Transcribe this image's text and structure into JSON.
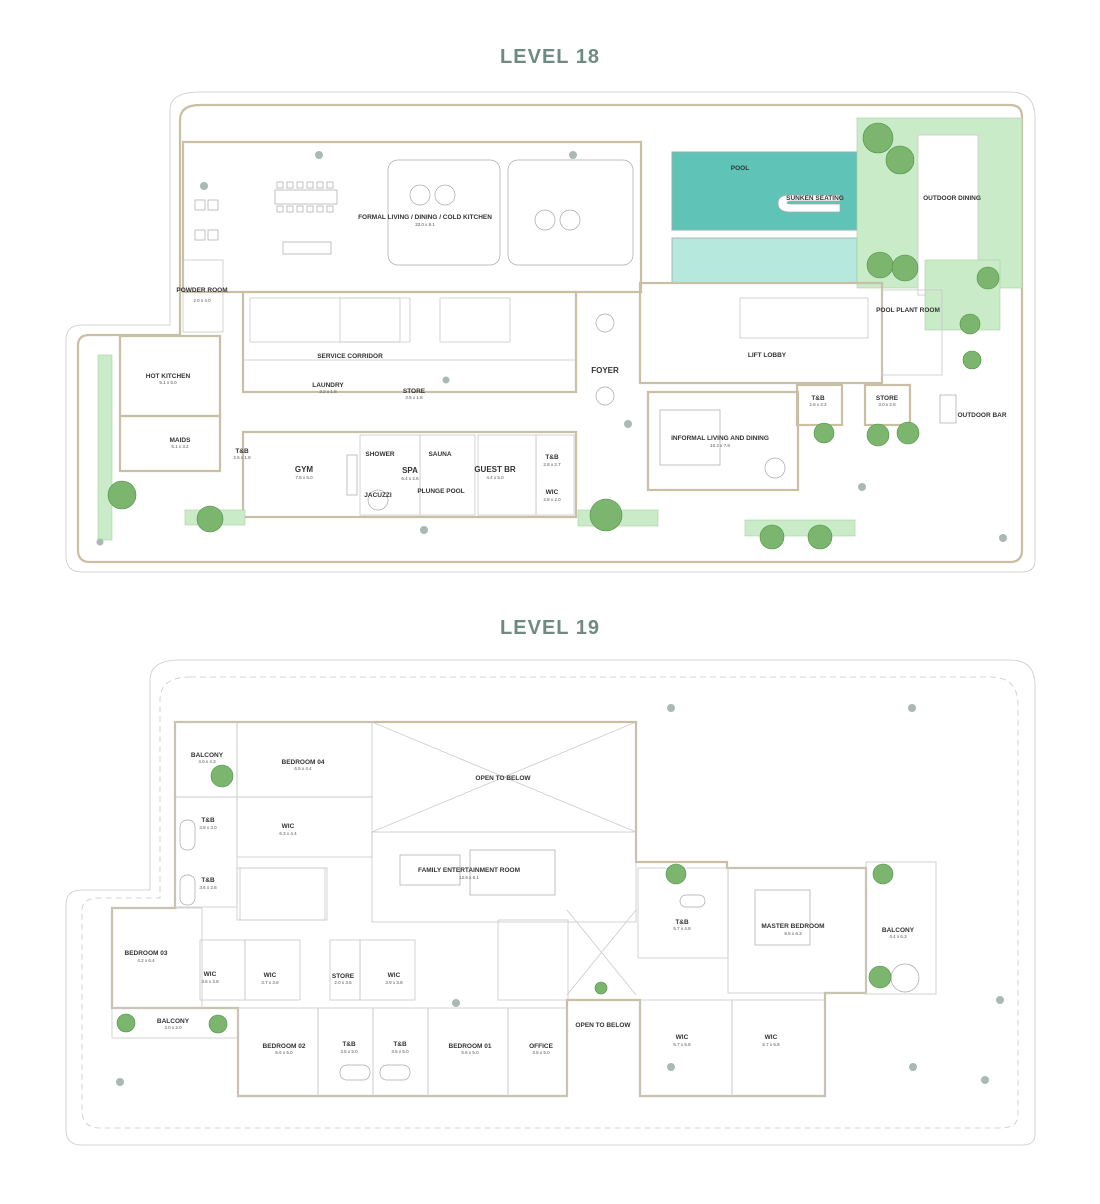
{
  "levels": [
    {
      "title": "LEVEL 18",
      "rooms": [
        {
          "id": "formal",
          "name": "FORMAL LIVING / DINING / COLD KITCHEN",
          "dim": "33.0 x 9.1"
        },
        {
          "id": "pool",
          "name": "POOL",
          "dim": ""
        },
        {
          "id": "sunken",
          "name": "SUNKEN SEATING",
          "dim": ""
        },
        {
          "id": "outdoor_dining",
          "name": "OUTDOOR DINING",
          "dim": ""
        },
        {
          "id": "powder",
          "name": "POWDER ROOM",
          "dim": "2.0 x 4.0"
        },
        {
          "id": "hot_kitchen",
          "name": "HOT KITCHEN",
          "dim": "5.1 x 5.0"
        },
        {
          "id": "service_corridor",
          "name": "SERVICE CORRIDOR",
          "dim": ""
        },
        {
          "id": "laundry",
          "name": "LAUNDRY",
          "dim": "3.2 x 1.8"
        },
        {
          "id": "store1",
          "name": "STORE",
          "dim": "3.5 x 1.8"
        },
        {
          "id": "foyer",
          "name": "FOYER",
          "dim": ""
        },
        {
          "id": "lift_lobby",
          "name": "LIFT LOBBY",
          "dim": ""
        },
        {
          "id": "pool_plant",
          "name": "POOL PLANT ROOM",
          "dim": ""
        },
        {
          "id": "maids",
          "name": "MAIDS",
          "dim": "5.1 x 3.2"
        },
        {
          "id": "tb1",
          "name": "T&B",
          "dim": "2.6 x 1.8"
        },
        {
          "id": "gym",
          "name": "GYM",
          "dim": "7.8 x 5.0"
        },
        {
          "id": "shower",
          "name": "SHOWER",
          "dim": ""
        },
        {
          "id": "spa",
          "name": "SPA",
          "dim": "6.4 x 2.6"
        },
        {
          "id": "sauna",
          "name": "SAUNA",
          "dim": ""
        },
        {
          "id": "jacuzzi",
          "name": "JACUZZI",
          "dim": ""
        },
        {
          "id": "plunge",
          "name": "PLUNGE POOL",
          "dim": ""
        },
        {
          "id": "guest_br",
          "name": "GUEST BR",
          "dim": "4.4 x 5.0"
        },
        {
          "id": "tb2",
          "name": "T&B",
          "dim": "2.8 x 2.7"
        },
        {
          "id": "wic",
          "name": "WIC",
          "dim": "2.8 x 2.0"
        },
        {
          "id": "informal",
          "name": "INFORMAL LIVING AND DINING",
          "dim": "10.2 x 7.8"
        },
        {
          "id": "tb3",
          "name": "T&B",
          "dim": "2.6 x 2.2"
        },
        {
          "id": "store2",
          "name": "STORE",
          "dim": "3.0 x 2.8"
        },
        {
          "id": "outdoor_bar",
          "name": "OUTDOOR BAR",
          "dim": ""
        }
      ]
    },
    {
      "title": "LEVEL 19",
      "rooms": [
        {
          "id": "balcony_a",
          "name": "BALCONY",
          "dim": "4.0 x 4.3"
        },
        {
          "id": "bedroom04",
          "name": "BEDROOM 04",
          "dim": "6.5 x 4.4"
        },
        {
          "id": "open1",
          "name": "OPEN TO BELOW",
          "dim": ""
        },
        {
          "id": "tb_a",
          "name": "T&B",
          "dim": "3.8 x 3.0"
        },
        {
          "id": "wic_a",
          "name": "WIC",
          "dim": "6.3 x 4.4"
        },
        {
          "id": "tb_b",
          "name": "T&B",
          "dim": "3.6 x 2.8"
        },
        {
          "id": "family",
          "name": "FAMILY ENTERTAINMENT ROOM",
          "dim": "12.6 x 6.1"
        },
        {
          "id": "tb_c",
          "name": "T&B",
          "dim": "5.7 x 4.8"
        },
        {
          "id": "master",
          "name": "MASTER BEDROOM",
          "dim": "8.5 x 6.3"
        },
        {
          "id": "balcony_b",
          "name": "BALCONY",
          "dim": "4.4 x 6.3"
        },
        {
          "id": "bedroom03",
          "name": "BEDROOM 03",
          "dim": "4.2 x 6.4"
        },
        {
          "id": "wic_b",
          "name": "WIC",
          "dim": "3.6 x 3.8"
        },
        {
          "id": "wic_c",
          "name": "WIC",
          "dim": "3.7 x 3.6"
        },
        {
          "id": "store3",
          "name": "STORE",
          "dim": "2.0 x 3.6"
        },
        {
          "id": "wic_d",
          "name": "WIC",
          "dim": "3.9 x 3.8"
        },
        {
          "id": "balcony_c",
          "name": "BALCONY",
          "dim": "3.0 x 2.0"
        },
        {
          "id": "bedroom02",
          "name": "BEDROOM 02",
          "dim": "5.6 x 5.0"
        },
        {
          "id": "tb_d",
          "name": "T&B",
          "dim": "3.5 x 5.0"
        },
        {
          "id": "tb_e",
          "name": "T&B",
          "dim": "3.5 x 5.0"
        },
        {
          "id": "bedroom01",
          "name": "BEDROOM 01",
          "dim": "5.6 x 5.0"
        },
        {
          "id": "office",
          "name": "OFFICE",
          "dim": "3.5 x 5.0"
        },
        {
          "id": "open2",
          "name": "OPEN TO BELOW",
          "dim": ""
        },
        {
          "id": "wic_e",
          "name": "WIC",
          "dim": "5.7 x 5.8"
        },
        {
          "id": "wic_f",
          "name": "WIC",
          "dim": "5.7 x 5.8"
        }
      ]
    }
  ],
  "colors": {
    "title": "#6f8a83",
    "wall": "#c9bfa5",
    "pool": "#5fc4b7",
    "planter": "#c9ebc7",
    "tree": "#7cb56e"
  }
}
